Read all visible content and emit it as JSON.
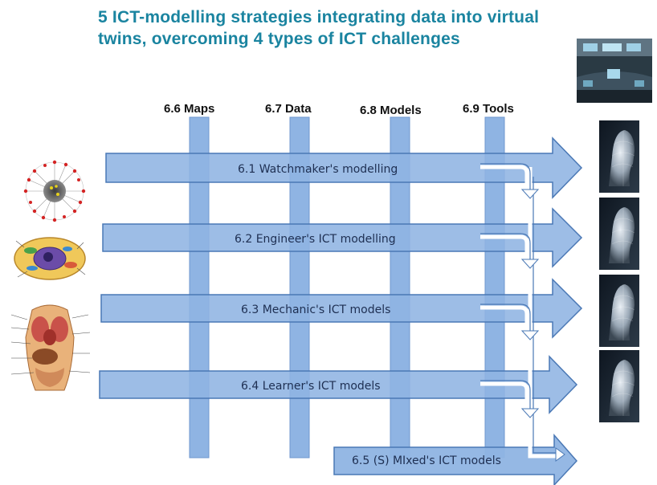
{
  "title": {
    "line1": "5 ICT-modelling strategies integrating data into virtual",
    "line2": "twins, overcoming 4 types of ICT challenges"
  },
  "columns": [
    {
      "label": "6.6 Maps"
    },
    {
      "label": "6.7 Data"
    },
    {
      "label": "6.8 Models"
    },
    {
      "label": "6.9 Tools"
    }
  ],
  "rows": [
    {
      "label": "6.1 Watchmaker's modelling"
    },
    {
      "label": "6.2 Engineer's ICT modelling"
    },
    {
      "label": "6.3 Mechanic's ICT models"
    },
    {
      "label": "6.4 Learner's ICT models"
    },
    {
      "label": "6.5 (S) MIxed's ICT models"
    }
  ],
  "colors": {
    "title": "#1a84a0",
    "arrow_fill": "#8fb4e3",
    "arrow_stroke": "#4a78b5",
    "label_text": "#1e2f52"
  },
  "images": {
    "left": [
      "network-graph-image",
      "cell-diagram-image",
      "human-anatomy-image"
    ],
    "right": [
      "control-room-image",
      "digital-twin-head-image",
      "digital-twin-head-image",
      "digital-twin-head-image",
      "digital-twin-head-image"
    ]
  }
}
